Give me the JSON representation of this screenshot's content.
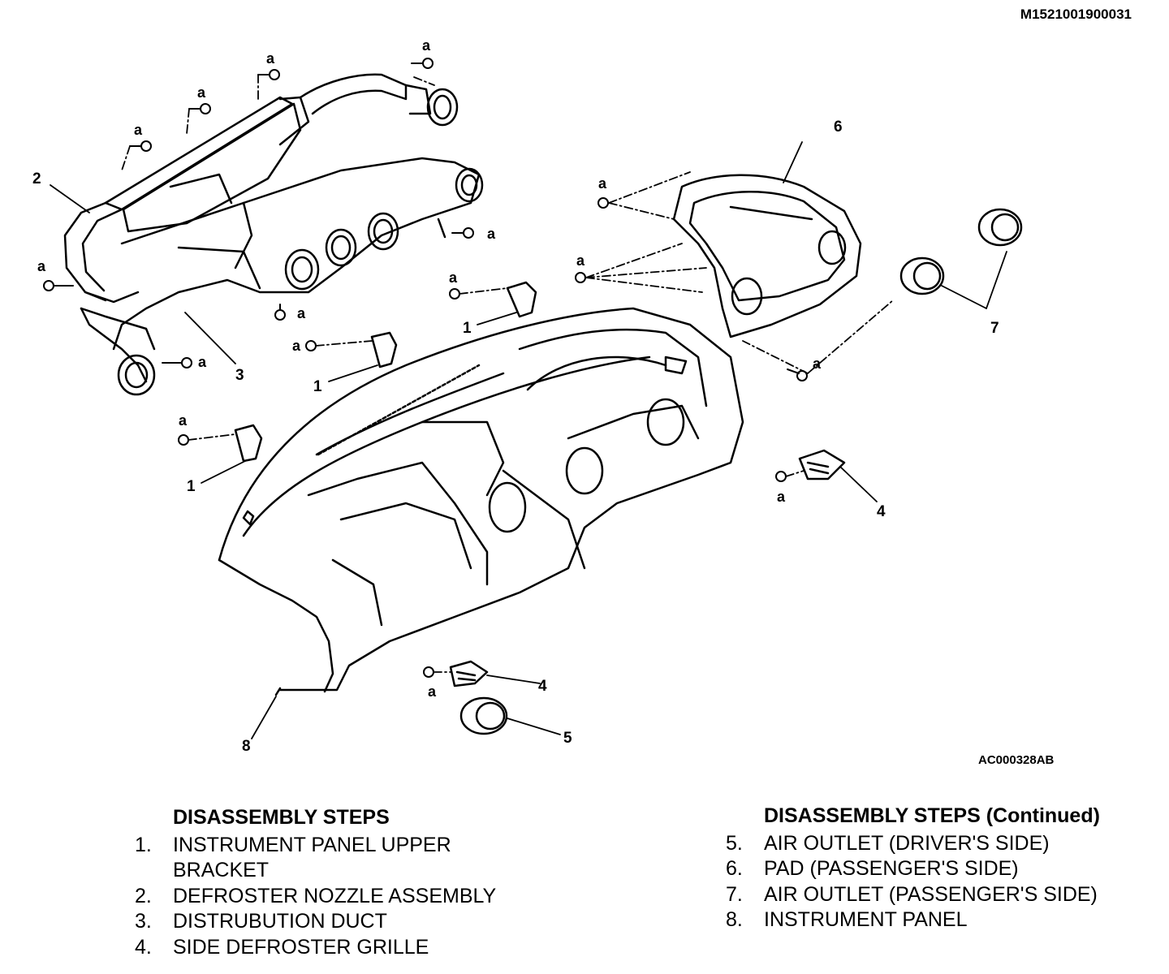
{
  "header": {
    "doc_id": "M1521001900031"
  },
  "figure": {
    "figure_id": "AC000328AB",
    "fastener_label": "a",
    "callouts": [
      "1",
      "1",
      "1",
      "2",
      "3",
      "4",
      "4",
      "5",
      "6",
      "7",
      "8"
    ]
  },
  "steps_left": {
    "title": "DISASSEMBLY STEPS",
    "items": [
      {
        "num": "1.",
        "text": "INSTRUMENT PANEL UPPER BRACKET"
      },
      {
        "num": "2.",
        "text": "DEFROSTER NOZZLE ASSEMBLY"
      },
      {
        "num": "3.",
        "text": "DISTRUBUTION DUCT"
      },
      {
        "num": "4.",
        "text": "SIDE DEFROSTER GRILLE"
      }
    ]
  },
  "steps_right": {
    "title": "DISASSEMBLY STEPS (Continued)",
    "items": [
      {
        "num": "5.",
        "text": "AIR OUTLET (DRIVER'S SIDE)"
      },
      {
        "num": "6.",
        "text": "PAD (PASSENGER'S SIDE)"
      },
      {
        "num": "7.",
        "text": "AIR OUTLET (PASSENGER'S SIDE)"
      },
      {
        "num": "8.",
        "text": "INSTRUMENT PANEL"
      }
    ]
  }
}
